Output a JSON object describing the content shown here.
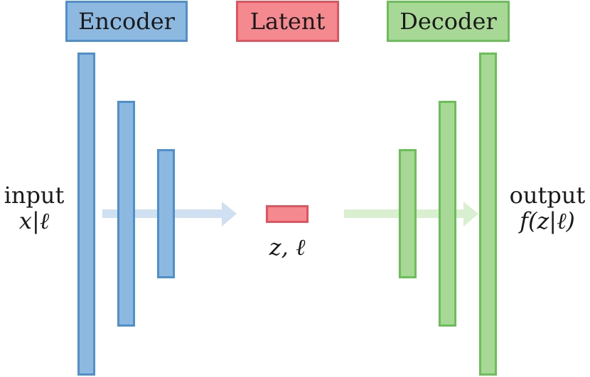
{
  "headers": {
    "encoder": "Encoder",
    "latent": "Latent",
    "decoder": "Decoder"
  },
  "input": {
    "label": "input",
    "expr": "x|ℓ"
  },
  "latent": {
    "expr": "z, ℓ"
  },
  "output": {
    "label": "output",
    "expr": "f(z|ℓ)"
  },
  "colors": {
    "encoder_fill": "#8db9e0",
    "encoder_stroke": "#4f8fcc",
    "latent_fill": "#f48a8f",
    "latent_stroke": "#de5560",
    "decoder_fill": "#a8d895",
    "decoder_stroke": "#6abf59",
    "encoder_arrow": "#cfe0f2",
    "decoder_arrow": "#d8efd0"
  }
}
